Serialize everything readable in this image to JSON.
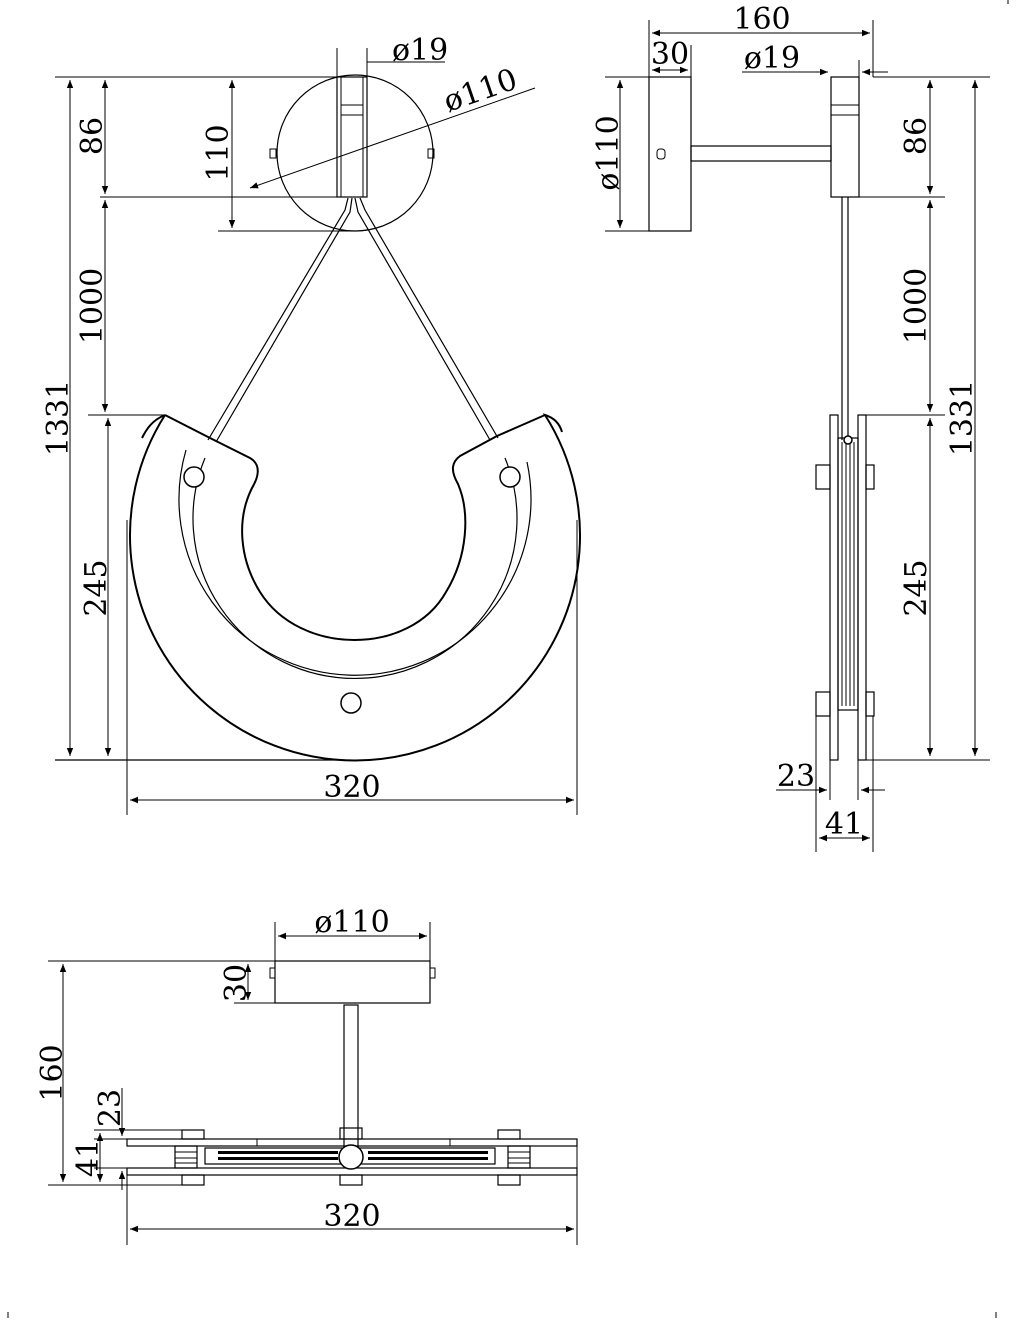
{
  "front_view": {
    "dim_canopy_diameter": "ø110",
    "dim_rod_diameter": "ø19",
    "dim_canopy_height": "110",
    "dim_canopy_to_rod_end": "86",
    "dim_wire_length": "1000",
    "dim_total_height": "1331",
    "dim_fixture_height": "245",
    "dim_fixture_width": "320"
  },
  "side_view": {
    "dim_projection": "160",
    "dim_canopy_depth": "30",
    "dim_rod_diameter": "ø19",
    "dim_canopy_diameter": "ø110",
    "dim_canopy_to_rod_end": "86",
    "dim_wire_length": "1000",
    "dim_total_height": "1331",
    "dim_fixture_height": "245",
    "dim_inner_depth": "23",
    "dim_outer_depth": "41"
  },
  "top_view": {
    "dim_canopy_diameter": "ø110",
    "dim_canopy_depth": "30",
    "dim_projection": "160",
    "dim_inner_depth": "23",
    "dim_outer_depth": "41",
    "dim_fixture_width": "320"
  }
}
